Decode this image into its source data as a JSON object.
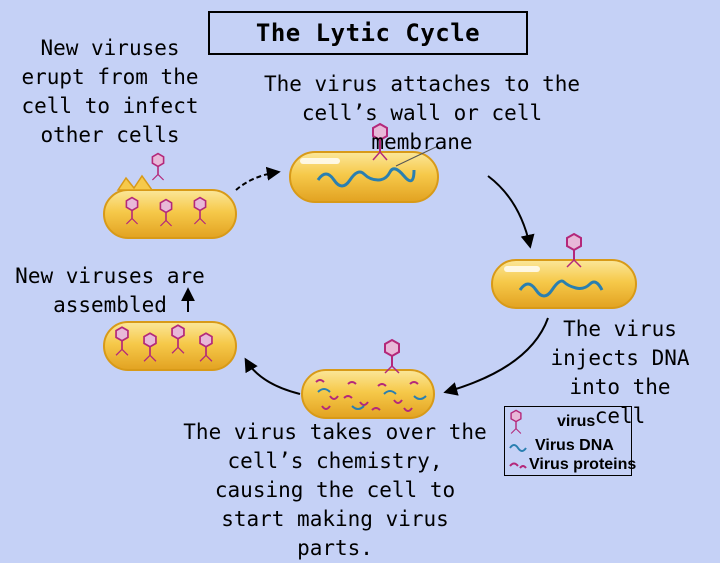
{
  "title": "The Lytic Cycle",
  "steps": {
    "attach": "The virus attaches to the cell’s wall or cell membrane",
    "inject": "The virus injects DNA into the cell",
    "takeover": "The virus takes over the cell’s chemistry, causing the cell to start making virus parts.",
    "assembled": "New viruses are assembled",
    "erupt": "New viruses erupt from the cell to infect other cells"
  },
  "legend": {
    "virus": "virus",
    "dna": "Virus DNA",
    "proteins": "Virus proteins"
  },
  "colors": {
    "background": "#c5d1f6",
    "cell_fill": "#f5c84a",
    "cell_edge": "#d89a18",
    "virus": "#b4287a",
    "dna": "#2a7fb0",
    "proteins": "#b4287a"
  }
}
